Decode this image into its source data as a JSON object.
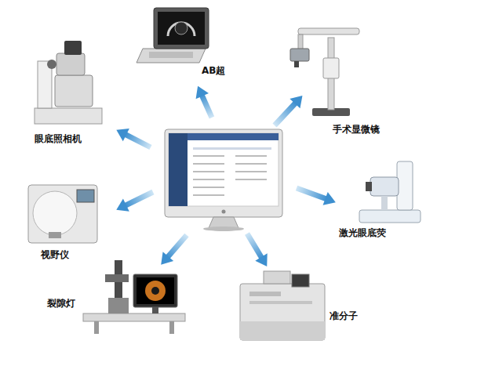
{
  "diagram": {
    "nodes": [
      {
        "text": [
          "AB超"
        ]
      },
      {
        "text": [
          "手术显微镜"
        ]
      },
      {
        "text": [
          "眼底照相机"
        ]
      },
      {
        "text": [
          "激光眼底荧"
        ]
      },
      {
        "text": [
          "视野仪"
        ]
      },
      {
        "text": [
          "裂隙灯"
        ]
      },
      {
        "text": [
          "准分子"
        ]
      }
    ]
  }
}
